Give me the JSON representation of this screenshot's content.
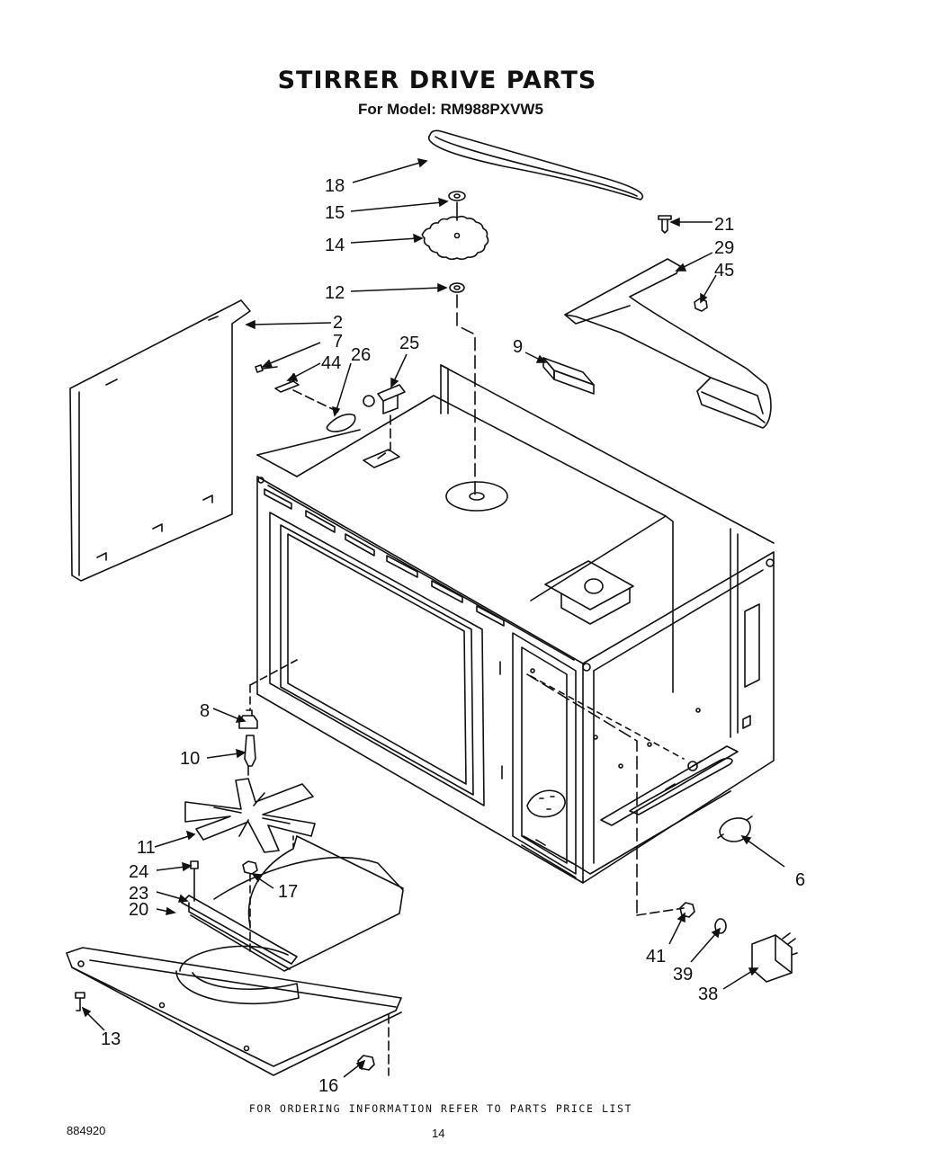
{
  "header": {
    "title": "STIRRER DRIVE PARTS",
    "model_line": "For Model: RM988PXVW5"
  },
  "callouts": [
    "18",
    "15",
    "14",
    "12",
    "21",
    "29",
    "45",
    "2",
    "7",
    "44",
    "26",
    "25",
    "9",
    "8",
    "10",
    "11",
    "24",
    "23",
    "20",
    "17",
    "13",
    "16",
    "6",
    "41",
    "39",
    "38"
  ],
  "footer": {
    "ordering_note": "FOR ORDERING INFORMATION REFER TO PARTS PRICE LIST",
    "doc_code": "884920",
    "page_number": "14"
  }
}
